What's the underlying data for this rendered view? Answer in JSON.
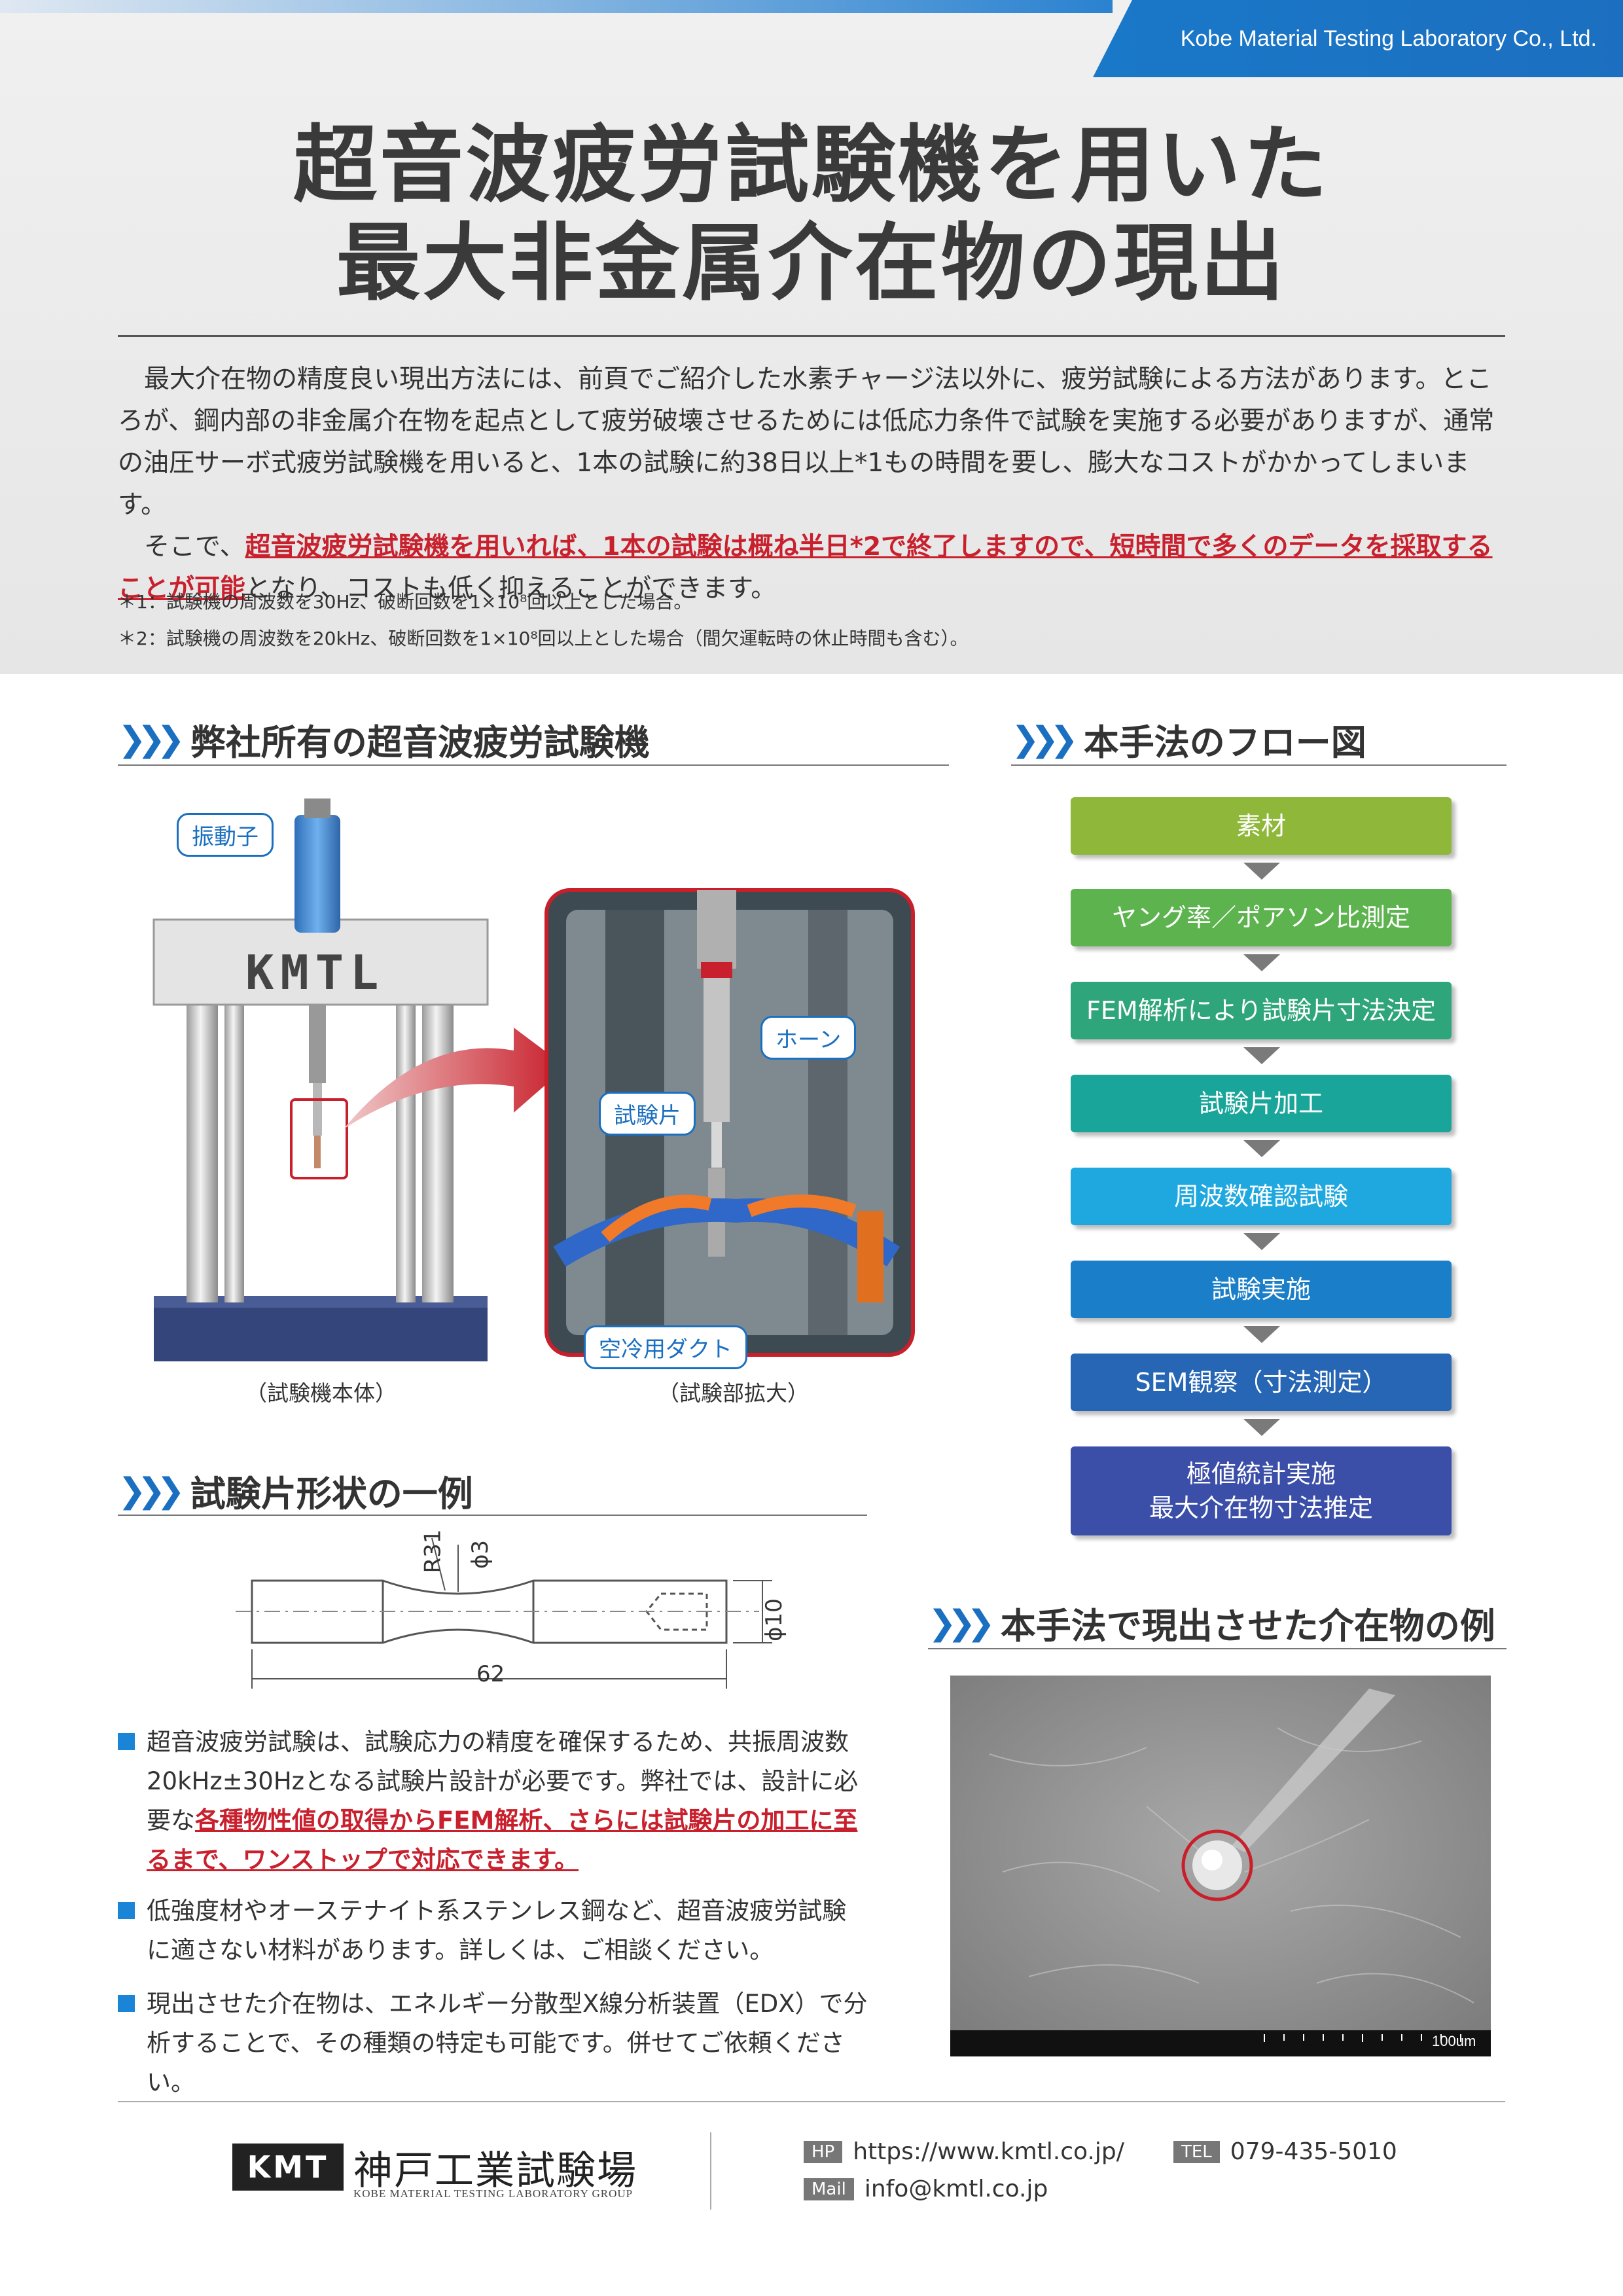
{
  "header": {
    "company_en": "Kobe Material Testing Laboratory Co., Ltd.",
    "title_line1": "超音波疲労試験機を用いた",
    "title_line2": "最大非金属介在物の現出"
  },
  "intro": {
    "p1": "最大介在物の精度良い現出方法には、前頁でご紹介した水素チャージ法以外に、疲労試験による方法があります。ところが、鋼内部の非金属介在物を起点として疲労破壊させるためには低応力条件で試験を実施する必要がありますが、通常の油圧サーボ式疲労試験機を用いると、1本の試験に約38日以上*1もの時間を要し、膨大なコストがかかってしまいます。",
    "p2_lead": "そこで、",
    "p2_red": "超音波疲労試験機を用いれば、1本の試験は概ね半日*2で終了しますので、短時間で多くのデータを採取することが可能",
    "p2_tail": "となり、コストも低く抑えることができます。",
    "note1": "＊1：試験機の周波数を30Hz、破断回数を1×10⁸回以上とした場合。",
    "note2": "＊2：試験機の周波数を20kHz、破断回数を1×10⁸回以上とした場合（間欠運転時の休止時間も含む）。"
  },
  "machine_section": {
    "heading": "弊社所有の超音波疲労試験機",
    "label_vibrator": "振動子",
    "brand": "KMTL",
    "label_horn": "ホーン",
    "label_specimen": "試験片",
    "label_duct": "空冷用ダクト",
    "caption_left": "（試験機本体）",
    "caption_right": "（試験部拡大）"
  },
  "flow_section": {
    "heading": "本手法のフロー図",
    "steps": [
      {
        "label": "素材",
        "color": "#8fb83a"
      },
      {
        "label": "ヤング率／ポアソン比測定",
        "color": "#5db34e"
      },
      {
        "label": "FEM解析により試験片寸法決定",
        "color": "#2ea57a"
      },
      {
        "label": "試験片加工",
        "color": "#1aa59a"
      },
      {
        "label": "周波数確認試験",
        "color": "#1fa8df"
      },
      {
        "label": "試験実施",
        "color": "#1a7fc8"
      },
      {
        "label": "SEM観察（寸法測定）",
        "color": "#2766b4"
      },
      {
        "label": "極値統計実施\n最大介在物寸法推定",
        "color": "#3b4ea8"
      }
    ]
  },
  "specimen_section": {
    "heading": "試験片形状の一例",
    "dim_r": "R31",
    "dim_d3": "ϕ3",
    "dim_d10": "ϕ10",
    "dim_len": "62"
  },
  "bullets": {
    "b1_a": "超音波疲労試験は、試験応力の精度を確保するため、共振周波数20kHz±30Hzとなる試験片設計が必要です。弊社では、設計に必要な",
    "b1_red": "各種物性値の取得からFEM解析、さらには試験片の加工に至るまで、ワンストップで対応できます。",
    "b2": "低強度材やオーステナイト系ステンレス鋼など、超音波疲労試験に適さない材料があります。詳しくは、ご相談ください。",
    "b3": "現出させた介在物は、エネルギー分散型X線分析装置（EDX）で分析することで、その種類の特定も可能です。併せてご依頼ください。"
  },
  "inclusion_section": {
    "heading": "本手法で現出させた介在物の例",
    "scale_label": "100um"
  },
  "footer": {
    "logo_mark": "KMT",
    "logo_jp": "神戸工業試験場",
    "logo_en": "KOBE MATERIAL TESTING LABORATORY GROUP",
    "hp_tag": "HP",
    "hp": "https://www.kmtl.co.jp/",
    "tel_tag": "TEL",
    "tel": "079-435-5010",
    "mail_tag": "Mail",
    "mail": "info@kmtl.co.jp"
  }
}
